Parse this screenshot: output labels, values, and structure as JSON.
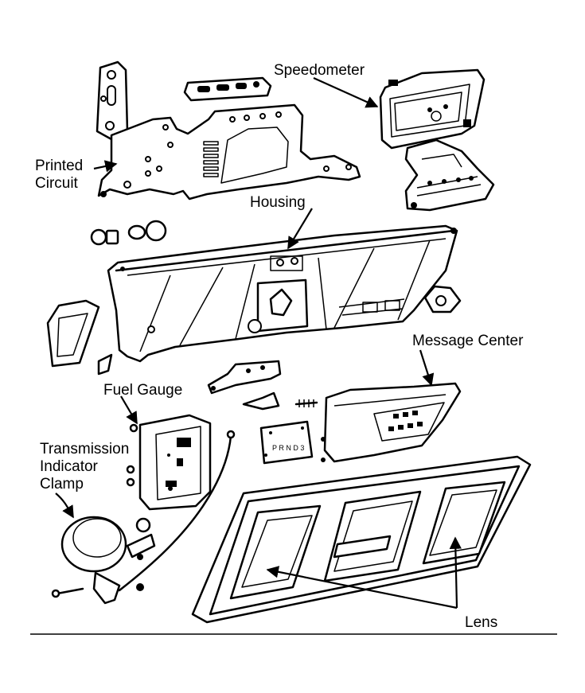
{
  "labels": {
    "speedometer": "Speedometer",
    "printed_circuit_line1": "Printed",
    "printed_circuit_line2": "Circuit",
    "housing": "Housing",
    "message_center": "Message Center",
    "fuel_gauge": "Fuel Gauge",
    "transmission_line1": "Transmission",
    "transmission_line2": "Indicator",
    "transmission_line3": "Clamp",
    "lens": "Lens",
    "prndl": "P R N D 3"
  }
}
